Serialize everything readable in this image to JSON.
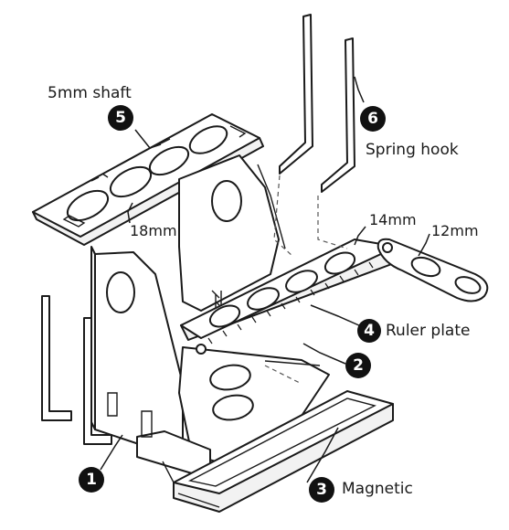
{
  "labels": {
    "shaft": "5mm shaft",
    "spring_hook": "Spring hook",
    "hole_18": "18mm",
    "hole_14": "14mm",
    "hole_12": "12mm",
    "ruler_plate": "Ruler plate",
    "magnetic": "Magnetic"
  },
  "badges": {
    "b1": "1",
    "b2": "2",
    "b3": "3",
    "b4": "4",
    "b5": "5",
    "b6": "6"
  },
  "colors": {
    "line": "#1a1a1a",
    "badge": "#111111",
    "background": "#ffffff"
  }
}
